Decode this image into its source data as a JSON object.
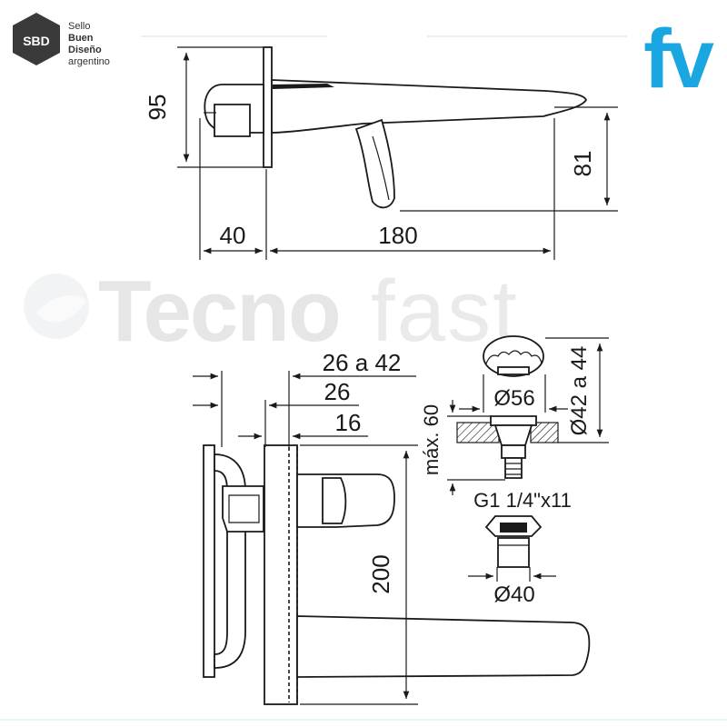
{
  "badge": {
    "hex_text": "SBD",
    "line1": "Sello",
    "line2": "Buen",
    "line3": "Diseño",
    "line4": "argentino",
    "hex_color": "#3a3a3a"
  },
  "brand": {
    "logo_text": "fv",
    "color": "#1aa6e0"
  },
  "watermark": {
    "part1": "Tecno",
    "part2": "fast",
    "color": "#d9d9d9"
  },
  "top_view": {
    "dim_height": "95",
    "dim_spout": "81",
    "dim_wall": "40",
    "dim_length": "180"
  },
  "side_view": {
    "dim_range": "26 a 42",
    "dim_26": "26",
    "dim_16": "16",
    "dim_200": "200"
  },
  "parts": {
    "dim_56": "Ø56",
    "dim_max60": "máx. 60",
    "dim_42a44": "Ø42 a 44",
    "thread": "G1 1/4\"x11",
    "dim_40": "Ø40"
  }
}
